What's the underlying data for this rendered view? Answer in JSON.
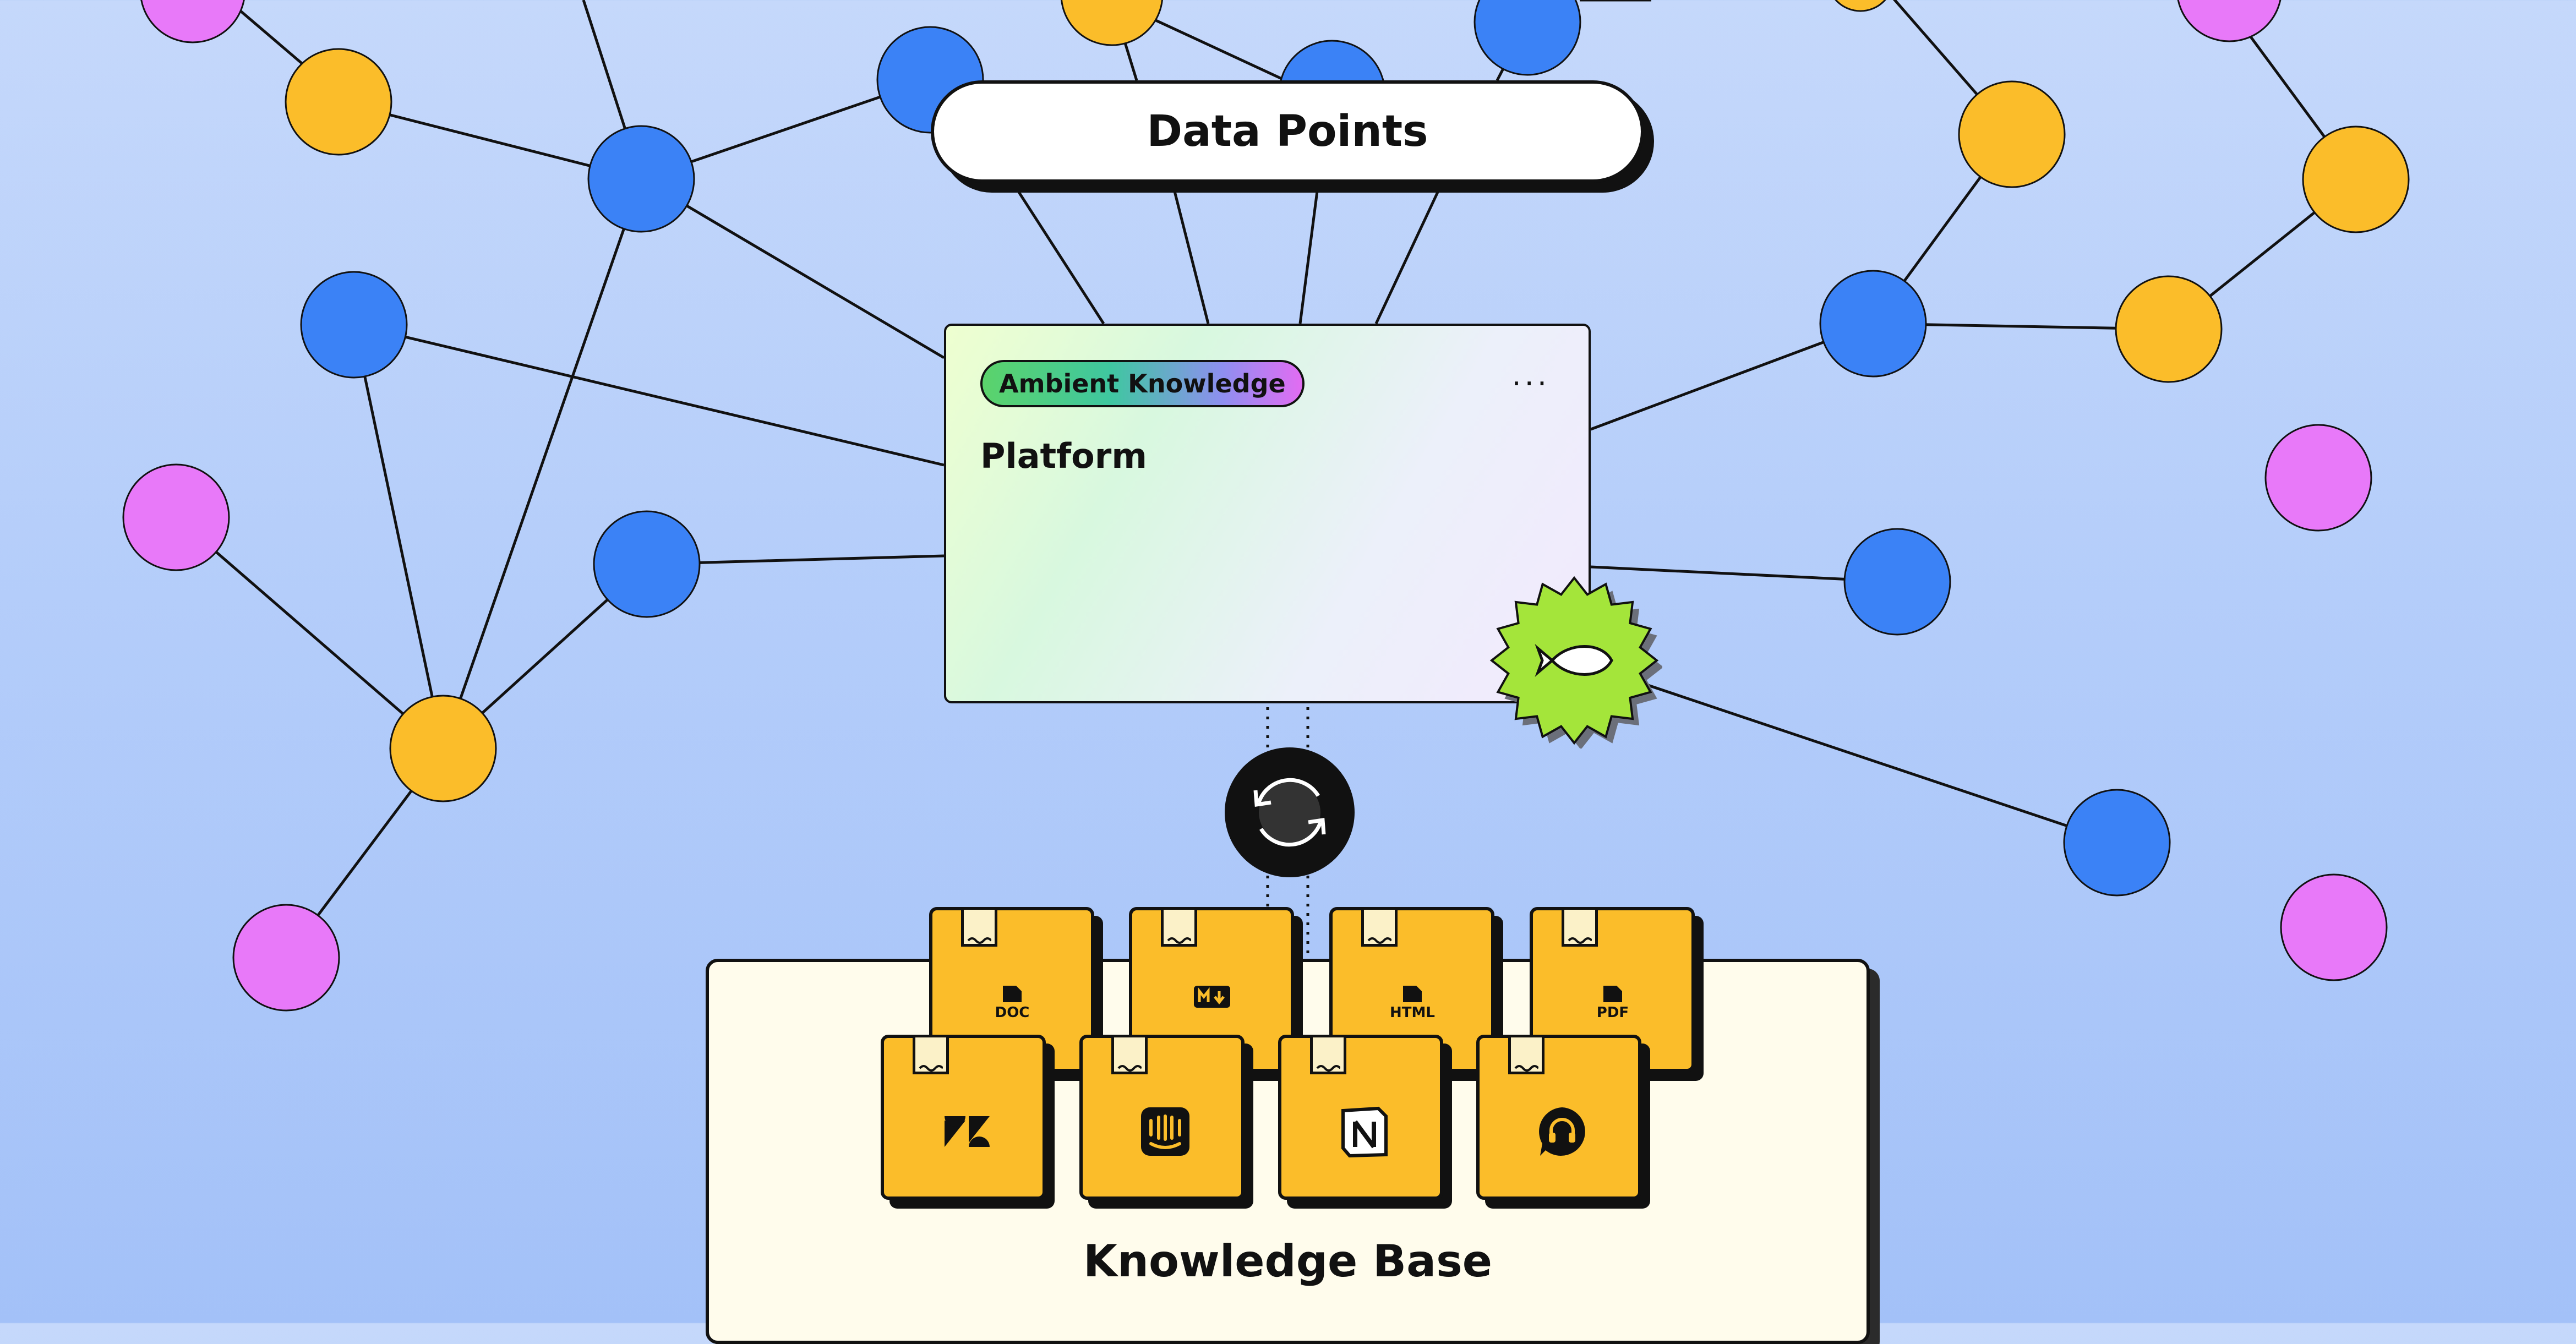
{
  "header": {
    "title": "Data Points"
  },
  "platform": {
    "badge": "Ambient Knowledge",
    "more_menu": "...",
    "title": "Platform",
    "badge_colors": [
      "#5bd36b",
      "#3fc7a0",
      "#8e8ff0",
      "#e26cf2"
    ],
    "sticker_icon": "fish-icon",
    "sticker_color": "#a4e53a"
  },
  "sync": {
    "icon": "sync-icon"
  },
  "knowledge_base": {
    "title": "Knowledge Base",
    "file_boxes": [
      {
        "label": "DOC",
        "icon": "document-icon"
      },
      {
        "label": "",
        "icon": "markdown-icon"
      },
      {
        "label": "HTML",
        "icon": "document-icon"
      },
      {
        "label": "PDF",
        "icon": "document-icon"
      }
    ],
    "app_boxes": [
      {
        "icon": "zendesk-icon"
      },
      {
        "icon": "intercom-icon"
      },
      {
        "icon": "notion-icon"
      },
      {
        "icon": "helpdesk-headset-icon"
      }
    ]
  },
  "colors": {
    "blue_node": "#3b82f6",
    "yellow_node": "#fbbd2a",
    "pink_node": "#e879f9",
    "box": "#fbbd2a",
    "kb_background": "#fffcec"
  }
}
